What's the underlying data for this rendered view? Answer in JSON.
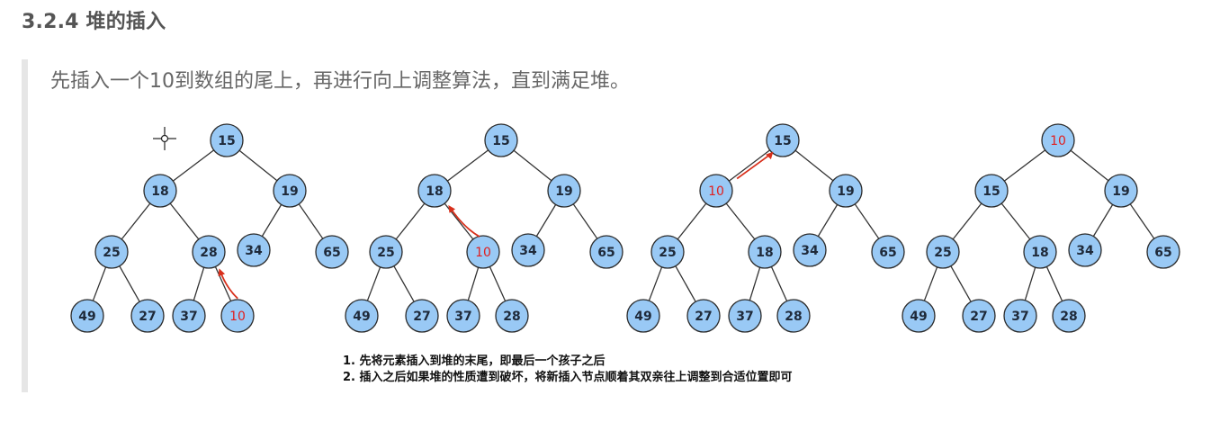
{
  "heading": "3.2.4 堆的插入",
  "intro": "先插入一个10到数组的尾上，再进行向上调整算法，直到满足堆。",
  "trees": [
    {
      "nodes": [
        {
          "label": "15",
          "highlight": false
        },
        {
          "label": "18",
          "highlight": false
        },
        {
          "label": "19",
          "highlight": false
        },
        {
          "label": "25",
          "highlight": false
        },
        {
          "label": "28",
          "highlight": false
        },
        {
          "label": "34",
          "highlight": false
        },
        {
          "label": "65",
          "highlight": false
        },
        {
          "label": "49",
          "highlight": false
        },
        {
          "label": "27",
          "highlight": false
        },
        {
          "label": "37",
          "highlight": false
        },
        {
          "label": "10",
          "highlight": true
        }
      ],
      "arrow_from": 10,
      "arrow_to": 4
    },
    {
      "nodes": [
        {
          "label": "15",
          "highlight": false
        },
        {
          "label": "18",
          "highlight": false
        },
        {
          "label": "19",
          "highlight": false
        },
        {
          "label": "25",
          "highlight": false
        },
        {
          "label": "10",
          "highlight": true
        },
        {
          "label": "34",
          "highlight": false
        },
        {
          "label": "65",
          "highlight": false
        },
        {
          "label": "49",
          "highlight": false
        },
        {
          "label": "27",
          "highlight": false
        },
        {
          "label": "37",
          "highlight": false
        },
        {
          "label": "28",
          "highlight": false
        }
      ],
      "arrow_from": 4,
      "arrow_to": 1
    },
    {
      "nodes": [
        {
          "label": "15",
          "highlight": false
        },
        {
          "label": "10",
          "highlight": true
        },
        {
          "label": "19",
          "highlight": false
        },
        {
          "label": "25",
          "highlight": false
        },
        {
          "label": "18",
          "highlight": false
        },
        {
          "label": "34",
          "highlight": false
        },
        {
          "label": "65",
          "highlight": false
        },
        {
          "label": "49",
          "highlight": false
        },
        {
          "label": "27",
          "highlight": false
        },
        {
          "label": "37",
          "highlight": false
        },
        {
          "label": "28",
          "highlight": false
        }
      ],
      "arrow_from": 1,
      "arrow_to": 0
    },
    {
      "nodes": [
        {
          "label": "10",
          "highlight": true
        },
        {
          "label": "15",
          "highlight": false
        },
        {
          "label": "19",
          "highlight": false
        },
        {
          "label": "25",
          "highlight": false
        },
        {
          "label": "18",
          "highlight": false
        },
        {
          "label": "34",
          "highlight": false
        },
        {
          "label": "65",
          "highlight": false
        },
        {
          "label": "49",
          "highlight": false
        },
        {
          "label": "27",
          "highlight": false
        },
        {
          "label": "37",
          "highlight": false
        },
        {
          "label": "28",
          "highlight": false
        }
      ],
      "arrow_from": null,
      "arrow_to": null
    }
  ],
  "notes": [
    "1. 先将元素插入到堆的末尾，即最后一个孩子之后",
    "2. 插入之后如果堆的性质遭到破坏，将新插入节点顺着其双亲往上调整到合适位置即可"
  ],
  "colors": {
    "node_fill": "#99c9f5",
    "highlight_text": "#e02020",
    "arrow": "#d8301c"
  }
}
